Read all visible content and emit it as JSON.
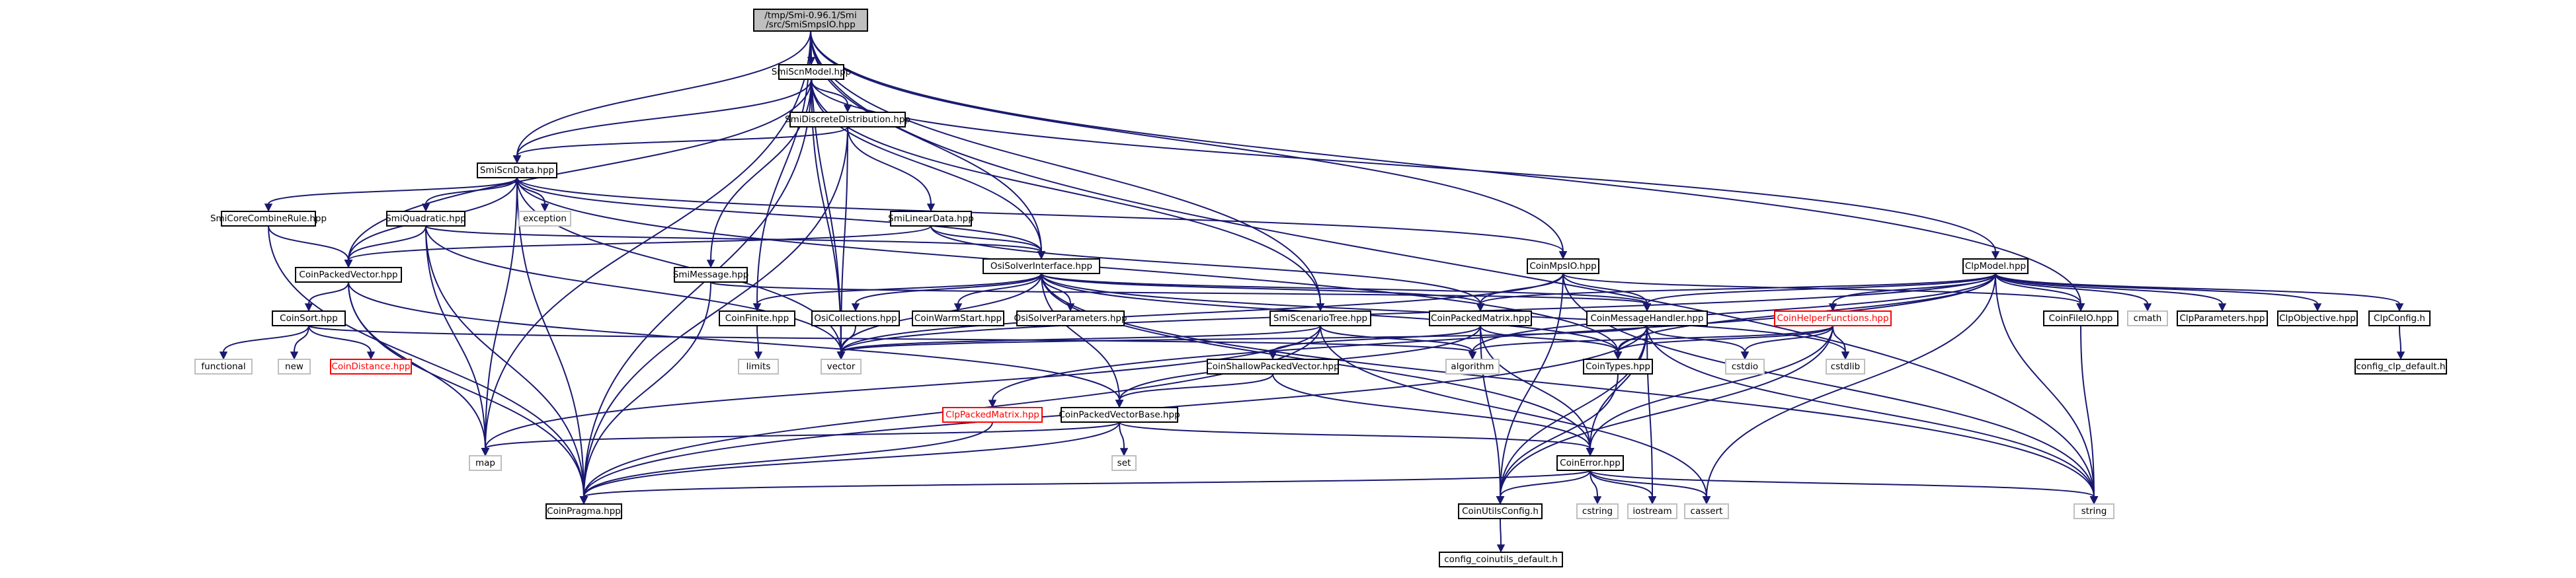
{
  "graph": {
    "title": "",
    "nodes": [
      {
        "id": "root",
        "label": "/tmp/Smi-0.96.1/Smi\n/src/SmiSmpsIO.hpp",
        "kind": "root"
      },
      {
        "id": "scnmodel",
        "label": "SmiScnModel.hpp",
        "kind": "link"
      },
      {
        "id": "discrete",
        "label": "SmiDiscreteDistribution.hpp",
        "kind": "link"
      },
      {
        "id": "scndata",
        "label": "SmiScnData.hpp",
        "kind": "link"
      },
      {
        "id": "combine",
        "label": "SmiCoreCombineRule.hpp",
        "kind": "link"
      },
      {
        "id": "quadratic",
        "label": "SmiQuadratic.hpp",
        "kind": "link"
      },
      {
        "id": "exception",
        "label": "exception",
        "kind": "extern"
      },
      {
        "id": "lineardata",
        "label": "SmiLinearData.hpp",
        "kind": "link"
      },
      {
        "id": "smimessage",
        "label": "SmiMessage.hpp",
        "kind": "link"
      },
      {
        "id": "packedvector",
        "label": "CoinPackedVector.hpp",
        "kind": "link"
      },
      {
        "id": "osisolver",
        "label": "OsiSolverInterface.hpp",
        "kind": "link"
      },
      {
        "id": "coinsort",
        "label": "CoinSort.hpp",
        "kind": "link"
      },
      {
        "id": "functional",
        "label": "functional",
        "kind": "extern"
      },
      {
        "id": "new",
        "label": "new",
        "kind": "extern"
      },
      {
        "id": "distance",
        "label": "CoinDistance.hpp",
        "kind": "broken"
      },
      {
        "id": "finite",
        "label": "CoinFinite.hpp",
        "kind": "link"
      },
      {
        "id": "limits",
        "label": "limits",
        "kind": "extern"
      },
      {
        "id": "collections",
        "label": "OsiCollections.hpp",
        "kind": "link"
      },
      {
        "id": "warmstart",
        "label": "CoinWarmStart.hpp",
        "kind": "link"
      },
      {
        "id": "solverparams",
        "label": "OsiSolverParameters.hpp",
        "kind": "link"
      },
      {
        "id": "scenariotree",
        "label": "SmiScenarioTree.hpp",
        "kind": "link"
      },
      {
        "id": "packedmatrix",
        "label": "CoinPackedMatrix.hpp",
        "kind": "link"
      },
      {
        "id": "msghandler",
        "label": "CoinMessageHandler.hpp",
        "kind": "link"
      },
      {
        "id": "mpsio",
        "label": "CoinMpsIO.hpp",
        "kind": "link"
      },
      {
        "id": "clpmodel",
        "label": "ClpModel.hpp",
        "kind": "link"
      },
      {
        "id": "helper",
        "label": "CoinHelperFunctions.hpp",
        "kind": "broken"
      },
      {
        "id": "fileio",
        "label": "CoinFileIO.hpp",
        "kind": "link"
      },
      {
        "id": "cmath",
        "label": "cmath",
        "kind": "extern"
      },
      {
        "id": "clpparams",
        "label": "ClpParameters.hpp",
        "kind": "link"
      },
      {
        "id": "clpobjective",
        "label": "ClpObjective.hpp",
        "kind": "link"
      },
      {
        "id": "clpconfig",
        "label": "ClpConfig.h",
        "kind": "link"
      },
      {
        "id": "clpconfigdefault",
        "label": "config_clp_default.h",
        "kind": "link"
      },
      {
        "id": "vector",
        "label": "vector",
        "kind": "extern"
      },
      {
        "id": "algorithm",
        "label": "algorithm",
        "kind": "extern"
      },
      {
        "id": "shallow",
        "label": "CoinShallowPackedVector.hpp",
        "kind": "link"
      },
      {
        "id": "cointypes",
        "label": "CoinTypes.hpp",
        "kind": "link"
      },
      {
        "id": "cstdio",
        "label": "cstdio",
        "kind": "extern"
      },
      {
        "id": "cstdlib",
        "label": "cstdlib",
        "kind": "extern"
      },
      {
        "id": "clppackedmatrix",
        "label": "ClpPackedMatrix.hpp",
        "kind": "broken"
      },
      {
        "id": "vectorbase",
        "label": "CoinPackedVectorBase.hpp",
        "kind": "link"
      },
      {
        "id": "set",
        "label": "set",
        "kind": "extern"
      },
      {
        "id": "map",
        "label": "map",
        "kind": "extern"
      },
      {
        "id": "coinerror",
        "label": "CoinError.hpp",
        "kind": "link"
      },
      {
        "id": "cstring",
        "label": "cstring",
        "kind": "extern"
      },
      {
        "id": "iostream",
        "label": "iostream",
        "kind": "extern"
      },
      {
        "id": "cassert",
        "label": "cassert",
        "kind": "extern"
      },
      {
        "id": "string",
        "label": "string",
        "kind": "extern"
      },
      {
        "id": "coinpragma",
        "label": "CoinPragma.hpp",
        "kind": "link"
      },
      {
        "id": "utilsconfig",
        "label": "CoinUtilsConfig.h",
        "kind": "link"
      },
      {
        "id": "coinutilsdefault",
        "label": "config_coinutils_default.h",
        "kind": "link"
      }
    ],
    "edges": [
      [
        "root",
        "scnmodel"
      ],
      [
        "root",
        "scndata"
      ],
      [
        "root",
        "finite"
      ],
      [
        "root",
        "vector"
      ],
      [
        "root",
        "map"
      ],
      [
        "root",
        "scenariotree"
      ],
      [
        "root",
        "mpsio"
      ],
      [
        "root",
        "fileio"
      ],
      [
        "root",
        "string"
      ],
      [
        "root",
        "osisolver"
      ],
      [
        "scnmodel",
        "discrete"
      ],
      [
        "scnmodel",
        "scndata"
      ],
      [
        "scnmodel",
        "smimessage"
      ],
      [
        "scnmodel",
        "osisolver"
      ],
      [
        "scnmodel",
        "scenariotree"
      ],
      [
        "scnmodel",
        "clpmodel"
      ],
      [
        "scnmodel",
        "packedvector"
      ],
      [
        "scnmodel",
        "vector"
      ],
      [
        "scnmodel",
        "coinpragma"
      ],
      [
        "discrete",
        "scndata"
      ],
      [
        "discrete",
        "lineardata"
      ],
      [
        "discrete",
        "vector"
      ],
      [
        "discrete",
        "coinpragma"
      ],
      [
        "scndata",
        "combine"
      ],
      [
        "scndata",
        "quadratic"
      ],
      [
        "scndata",
        "exception"
      ],
      [
        "scndata",
        "packedvector"
      ],
      [
        "scndata",
        "osisolver"
      ],
      [
        "scndata",
        "mpsio"
      ],
      [
        "scndata",
        "map"
      ],
      [
        "scndata",
        "vector"
      ],
      [
        "scndata",
        "coinpragma"
      ],
      [
        "scndata",
        "cointypes"
      ],
      [
        "combine",
        "packedvector"
      ],
      [
        "combine",
        "coinpragma"
      ],
      [
        "quadratic",
        "packedvector"
      ],
      [
        "quadratic",
        "map"
      ],
      [
        "quadratic",
        "coinpragma"
      ],
      [
        "quadratic",
        "osisolver"
      ],
      [
        "quadratic",
        "vector"
      ],
      [
        "lineardata",
        "packedvector"
      ],
      [
        "lineardata",
        "osisolver"
      ],
      [
        "lineardata",
        "packedmatrix"
      ],
      [
        "smimessage",
        "coinpragma"
      ],
      [
        "smimessage",
        "msghandler"
      ],
      [
        "packedvector",
        "coinsort"
      ],
      [
        "packedvector",
        "map"
      ],
      [
        "packedvector",
        "vectorbase"
      ],
      [
        "packedvector",
        "coinpragma"
      ],
      [
        "coinsort",
        "functional"
      ],
      [
        "coinsort",
        "new"
      ],
      [
        "coinsort",
        "distance"
      ],
      [
        "coinsort",
        "algorithm"
      ],
      [
        "osisolver",
        "finite"
      ],
      [
        "osisolver",
        "collections"
      ],
      [
        "osisolver",
        "warmstart"
      ],
      [
        "osisolver",
        "solverparams"
      ],
      [
        "osisolver",
        "packedmatrix"
      ],
      [
        "osisolver",
        "msghandler"
      ],
      [
        "osisolver",
        "cointypes"
      ],
      [
        "osisolver",
        "vector"
      ],
      [
        "osisolver",
        "string"
      ],
      [
        "osisolver",
        "cstdlib"
      ],
      [
        "osisolver",
        "vectorbase"
      ],
      [
        "osisolver",
        "coinerror"
      ],
      [
        "finite",
        "limits"
      ],
      [
        "collections",
        "vector"
      ],
      [
        "scenariotree",
        "vector"
      ],
      [
        "scenariotree",
        "map"
      ],
      [
        "scenariotree",
        "algorithm"
      ],
      [
        "scenariotree",
        "cassert"
      ],
      [
        "scenariotree",
        "coinpragma"
      ],
      [
        "packedmatrix",
        "shallow"
      ],
      [
        "packedmatrix",
        "vectorbase"
      ],
      [
        "packedmatrix",
        "cointypes"
      ],
      [
        "packedmatrix",
        "coinerror"
      ],
      [
        "packedmatrix",
        "utilsconfig"
      ],
      [
        "msghandler",
        "cointypes"
      ],
      [
        "msghandler",
        "coinerror"
      ],
      [
        "msghandler",
        "cstdio"
      ],
      [
        "msghandler",
        "iostream"
      ],
      [
        "msghandler",
        "string"
      ],
      [
        "msghandler",
        "vector"
      ],
      [
        "msghandler",
        "coinpragma"
      ],
      [
        "msghandler",
        "utilsconfig"
      ],
      [
        "mpsio",
        "packedmatrix"
      ],
      [
        "mpsio",
        "msghandler"
      ],
      [
        "mpsio",
        "fileio"
      ],
      [
        "mpsio",
        "vector"
      ],
      [
        "mpsio",
        "utilsconfig"
      ],
      [
        "mpsio",
        "string"
      ],
      [
        "clpmodel",
        "helper"
      ],
      [
        "clpmodel",
        "fileio"
      ],
      [
        "clpmodel",
        "cmath"
      ],
      [
        "clpmodel",
        "clpparams"
      ],
      [
        "clpmodel",
        "clpobjective"
      ],
      [
        "clpmodel",
        "clpconfig"
      ],
      [
        "clpmodel",
        "packedmatrix"
      ],
      [
        "clpmodel",
        "msghandler"
      ],
      [
        "clpmodel",
        "cointypes"
      ],
      [
        "clpmodel",
        "clppackedmatrix"
      ],
      [
        "clpmodel",
        "vector"
      ],
      [
        "clpmodel",
        "string"
      ],
      [
        "clpmodel",
        "cassert"
      ],
      [
        "clpmodel",
        "algorithm"
      ],
      [
        "helper",
        "cstdlib"
      ],
      [
        "helper",
        "cstdio"
      ],
      [
        "helper",
        "cointypes"
      ],
      [
        "helper",
        "coinerror"
      ],
      [
        "helper",
        "algorithm"
      ],
      [
        "helper",
        "utilsconfig"
      ],
      [
        "fileio",
        "string"
      ],
      [
        "clpconfig",
        "clpconfigdefault"
      ],
      [
        "shallow",
        "vectorbase"
      ],
      [
        "shallow",
        "coinerror"
      ],
      [
        "cointypes",
        "utilsconfig"
      ],
      [
        "clppackedmatrix",
        "coinpragma"
      ],
      [
        "vectorbase",
        "set"
      ],
      [
        "vectorbase",
        "map"
      ],
      [
        "vectorbase",
        "coinerror"
      ],
      [
        "vectorbase",
        "coinpragma"
      ],
      [
        "coinerror",
        "cstring"
      ],
      [
        "coinerror",
        "iostream"
      ],
      [
        "coinerror",
        "cassert"
      ],
      [
        "coinerror",
        "string"
      ],
      [
        "coinerror",
        "utilsconfig"
      ],
      [
        "coinerror",
        "coinpragma"
      ],
      [
        "utilsconfig",
        "coinutilsdefault"
      ]
    ]
  }
}
